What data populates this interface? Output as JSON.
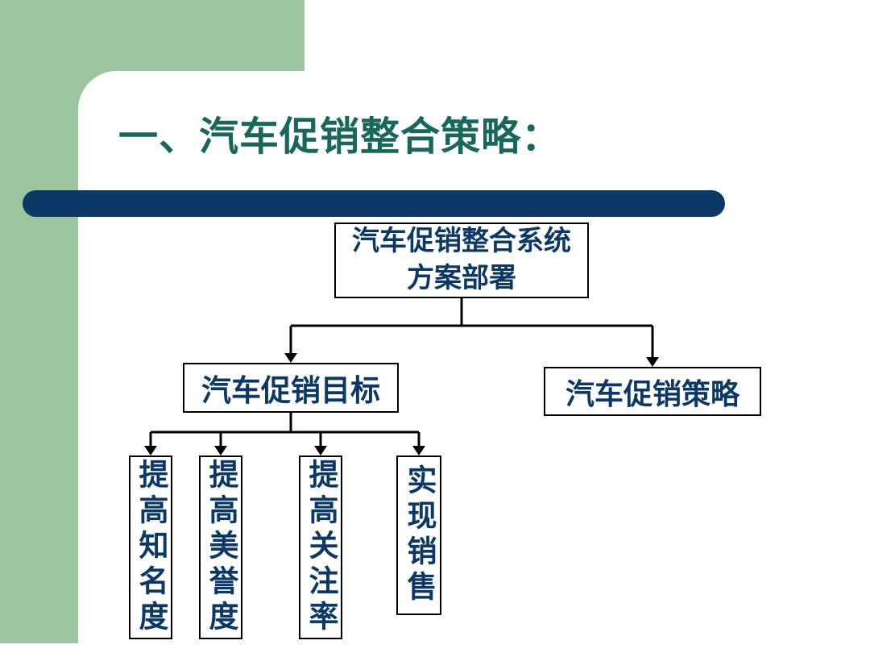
{
  "slide": {
    "title": "一、汽车促销整合策略：",
    "colors": {
      "accent_green": "#9cc49e",
      "title_teal": "#17685a",
      "bar_navy": "#0b3866",
      "box_text_navy": "#0b3866",
      "connector_black": "#000000"
    },
    "diagram": {
      "root": {
        "line1": "汽车促销整合系统",
        "line2": "方案部署"
      },
      "branches": [
        {
          "label": "汽车促销目标"
        },
        {
          "label": "汽车促销策略"
        }
      ],
      "goals": [
        {
          "label": "提高知名度"
        },
        {
          "label": "提高美誉度"
        },
        {
          "label": "提高关注率"
        },
        {
          "label": "实现销售"
        }
      ]
    }
  }
}
